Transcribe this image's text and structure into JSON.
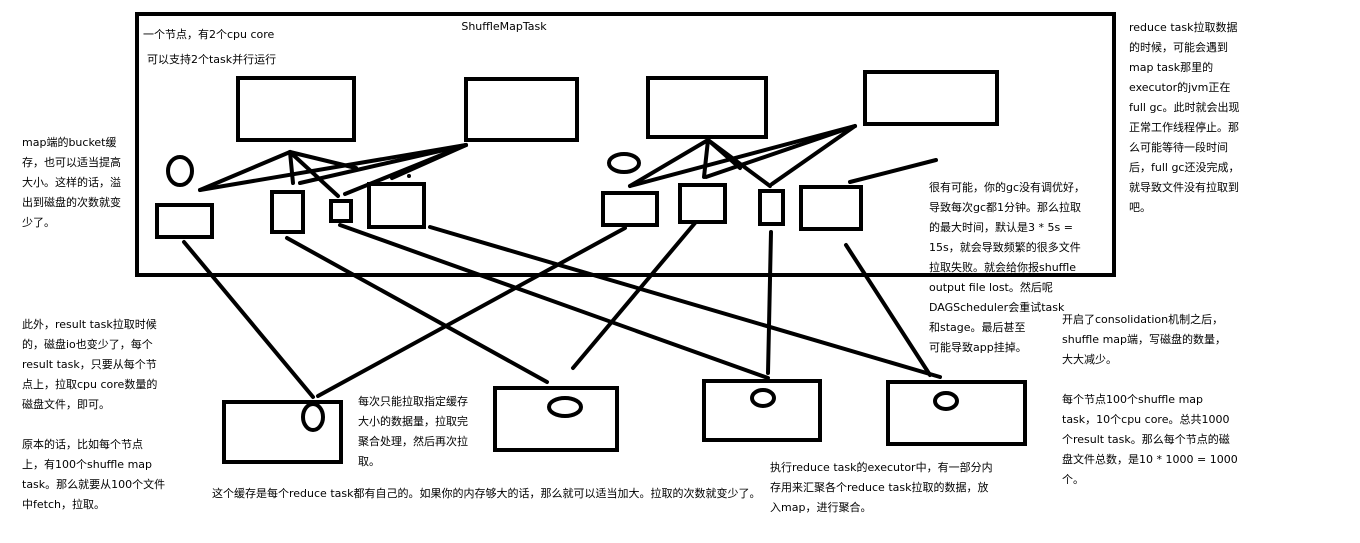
{
  "title": "ShuffleMapTask",
  "node_label_1": "一个节点，有2个cpu core",
  "node_label_2": "可以支持2个task并行运行",
  "notes": {
    "map_bucket": "map端的bucket缓\n存，也可以适当提高\n大小。这样的话，溢\n出到磁盘的次数就变\n少了。",
    "result_task": "此外，result task拉取时候\n的，磁盘io也变少了，每个\nresult task，只要从每个节\n点上，拉取cpu core数量的\n磁盘文件，即可。\n\n原本的话，比如每个节点\n上，有100个shuffle map\ntask。那么就要从100个文件\n中fetch，拉取。",
    "buffer_pull": "每次只能拉取指定缓存\n大小的数据量，拉取完\n聚合处理，然后再次拉\n取。",
    "buffer_per_task": "这个缓存是每个reduce task都有自己的。如果你的内存够大的话，那么就可以适当加大。拉取的次数就变少了。",
    "executor_memory": "执行reduce task的executor中，有一部分内\n存用来汇聚各个reduce task拉取的数据，放\n入map，进行聚合。",
    "gc": "很有可能，你的gc没有调优好，\n导致每次gc都1分钟。那么拉取\n的最大时间，默认是3 * 5s =\n15s，就会导致频繁的很多文件\n拉取失败。就会给你报shuffle\noutput file lost。然后呢\nDAGScheduler会重试task\n和stage。最后甚至\n可能导致app挂掉。",
    "full_gc": "reduce task拉取数据\n的时候，可能会遇到\nmap task那里的\nexecutor的jvm正在\nfull gc。此时就会出现\n正常工作线程停止。那\n么可能等待一段时间\n后，full gc还没完成，\n就导致文件没有拉取到\n吧。",
    "consolidation": "开启了consolidation机制之后，\nshuffle map端，写磁盘的数量，\n大大减少。",
    "file_count": "每个节点100个shuffle map\ntask，10个cpu core。总共1000\n个result task。那么每个节点的磁\n盘文件总数，是10 * 1000 = 1000\n个。"
  }
}
